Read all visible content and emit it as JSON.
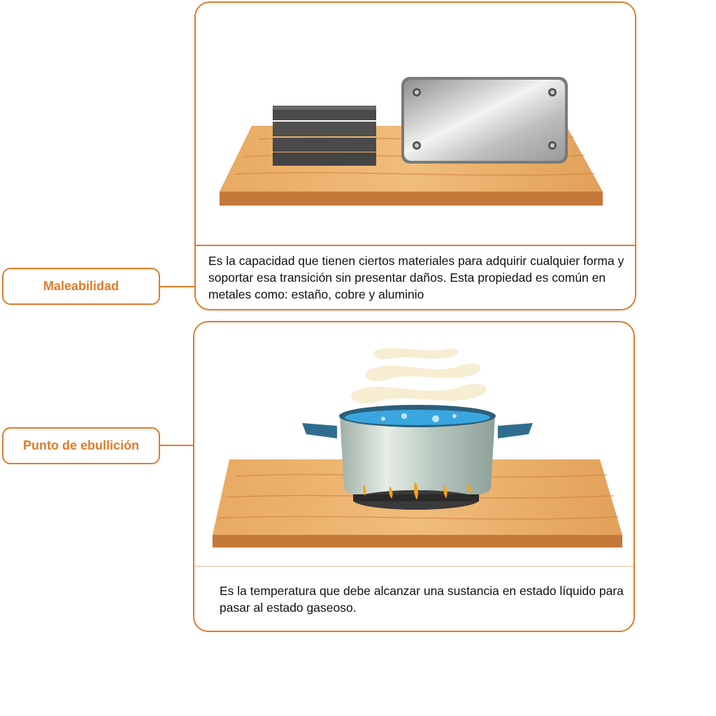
{
  "sections": [
    {
      "label": "Maleabilidad",
      "description": "Es la capacidad que tienen ciertos materiales para adquirir cualquier forma y soportar esa transición sin presentar daños. Esta propiedad es común en metales como: estaño, cobre y aluminio",
      "illustration": [
        "wooden-board-icon",
        "metal-bar-stack-icon",
        "metal-plate-icon"
      ]
    },
    {
      "label": "Punto de ebullición",
      "description": "Es la temperatura que debe alcanzar una sustancia en estado líquido para pasar al estado gaseoso.",
      "illustration": [
        "wooden-board-icon",
        "boiling-pot-icon",
        "gas-burner-icon",
        "steam-icon"
      ]
    }
  ],
  "colors": {
    "accent": "#e07b29",
    "wood": "#e0a060",
    "water": "#3aa6e0"
  }
}
